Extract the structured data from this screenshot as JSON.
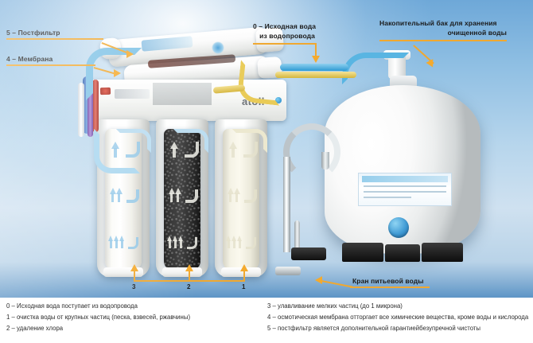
{
  "image": {
    "brand": "atoll",
    "background_top": "#6ea8d8",
    "background_bottom": "#5e95c6",
    "accent_arrow_color": "#f4aa2e"
  },
  "callouts": {
    "postfilter": "5 – Постфильтр",
    "membrane": "4 – Мембрана",
    "source_water_line1": "0 – Исходная вода",
    "source_water_line2": "из водопровода",
    "tank_line1": "Накопительный бак для хранения",
    "tank_line2": "очищенной воды",
    "faucet": "Кран питьевой воды"
  },
  "stage_numbers": {
    "third": "3",
    "second": "2",
    "first": "1"
  },
  "caption": {
    "left_column": [
      "0 – Исходная вода поступает из водопровода",
      "1 – очистка воды от крупных частиц (песка, взвесей, ржавчины)",
      "2 – удаление хлора"
    ],
    "right_column": [
      "3 – улавливание мелких частиц (до 1 микрона)",
      "4 – осмотическая мембрана отторгает все химические вещества, кроме воды и кислорода",
      "5 – постфильтр является дополнительной гарантиейбезупречной чистоты"
    ]
  }
}
